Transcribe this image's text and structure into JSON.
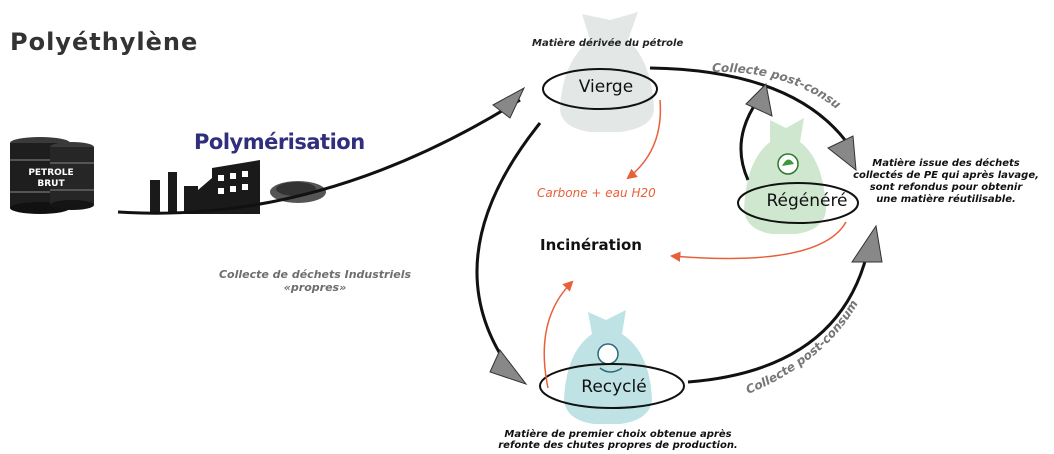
{
  "title": "Polyéthylène",
  "process_label": "Polymérisation",
  "raw_material": "PETROLE\nBRUT",
  "nodes": {
    "vierge": {
      "label": "Vierge",
      "caption": "Matière dérivée du pétrole"
    },
    "regenere": {
      "label": "Régénéré",
      "caption": "Matière issue des déchets\ncollectés de PE qui après lavage,\nsont refondus pour obtenir\nune matière réutilisable."
    },
    "recycle": {
      "label": "Recyclé",
      "caption": "Matière de premier choix obtenue après\nrefonte des chutes propres de production."
    }
  },
  "incineration": "Incinération",
  "carbone": "Carbone + eau H20",
  "flows": {
    "industrial": "Collecte de déchets Industriels\n«propres»",
    "post_consum_top": "Collecte post-consum",
    "post_consum_bottom": "Collecte post-consum"
  },
  "colors": {
    "vierge_bag": "#e3e8e6",
    "regen_bag": "#cfe7cf",
    "recycle_bag": "#bfe3e4",
    "orange_arrow": "#e8603a",
    "title_blue": "#2f2f7c"
  }
}
